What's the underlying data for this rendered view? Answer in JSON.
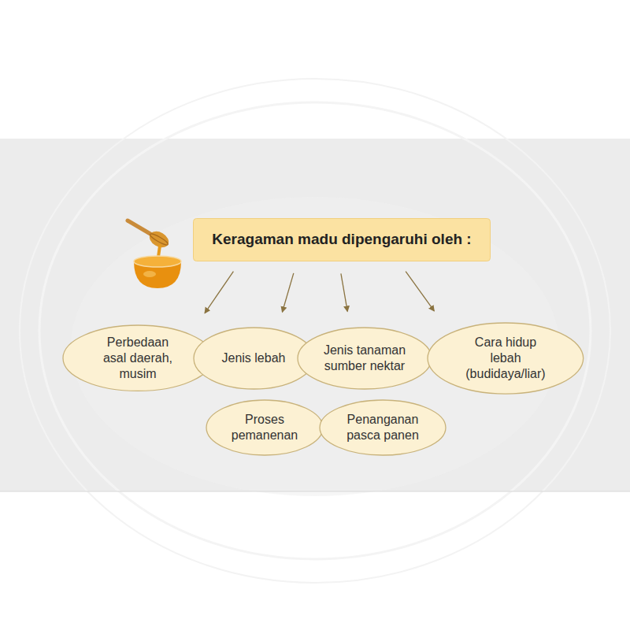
{
  "diagram": {
    "nodes": [
      {
        "text": [
          "Keragaman madu dipengaruhi oleh :"
        ]
      },
      {
        "text": [
          "Perbedaan asal daerah, musim"
        ]
      },
      {
        "text": [
          "Jenis lebah"
        ]
      },
      {
        "text": [
          "Jenis tanaman sumber nektar"
        ]
      },
      {
        "text": [
          "Cara hidup lebah (budidaya/liar)"
        ]
      },
      {
        "text": [
          "Proses pemanenan"
        ]
      },
      {
        "text": [
          "Penanganan pasca panen"
        ]
      }
    ],
    "edges": [
      {
        "from": 0,
        "to": 1,
        "arrow": "to"
      },
      {
        "from": 0,
        "to": 2,
        "arrow": "to"
      },
      {
        "from": 0,
        "to": 3,
        "arrow": "to"
      },
      {
        "from": 0,
        "to": 4,
        "arrow": "to"
      }
    ]
  }
}
